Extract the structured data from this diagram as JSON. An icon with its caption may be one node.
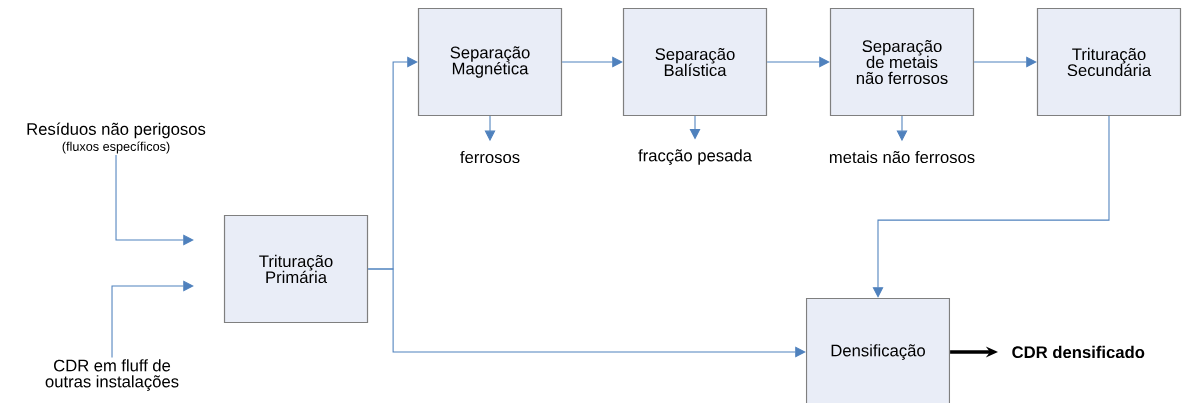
{
  "diagram": {
    "nodes": [
      {
        "text": [
          "Resíduos não perigosos",
          "(fluxos específicos)"
        ]
      },
      {
        "text": [
          "CDR em fluff de outras instalações"
        ]
      },
      {
        "text": [
          "Trituração Primária"
        ]
      },
      {
        "text": [
          "Separação Magnética"
        ]
      },
      {
        "text": [
          "Separação Balística"
        ]
      },
      {
        "text": [
          "Separação de metais não ferrosos"
        ]
      },
      {
        "text": [
          "Trituração Secundária"
        ]
      },
      {
        "text": [
          "Densificação"
        ]
      },
      {
        "text": [
          "ferrosos"
        ]
      },
      {
        "text": [
          "fracção pesada"
        ]
      },
      {
        "text": [
          "metais não ferrosos"
        ]
      },
      {
        "text": [
          "CDR densificado"
        ]
      }
    ],
    "edges": [
      {
        "from": 0,
        "to": 2,
        "arrow": "to"
      },
      {
        "from": 1,
        "to": 2,
        "arrow": "to"
      },
      {
        "from": 2,
        "to": 3,
        "arrow": "to"
      },
      {
        "from": 2,
        "to": 7,
        "arrow": "to"
      },
      {
        "from": 3,
        "to": 4,
        "arrow": "to"
      },
      {
        "from": 4,
        "to": 5,
        "arrow": "to"
      },
      {
        "from": 5,
        "to": 6,
        "arrow": "to"
      },
      {
        "from": 6,
        "to": 7,
        "arrow": "to"
      },
      {
        "from": 3,
        "to": 8,
        "arrow": "to"
      },
      {
        "from": 4,
        "to": 9,
        "arrow": "to"
      },
      {
        "from": 5,
        "to": 10,
        "arrow": "to"
      },
      {
        "from": 7,
        "to": 11,
        "arrow": "to",
        "style": "thick",
        "color": "#000000"
      }
    ]
  }
}
